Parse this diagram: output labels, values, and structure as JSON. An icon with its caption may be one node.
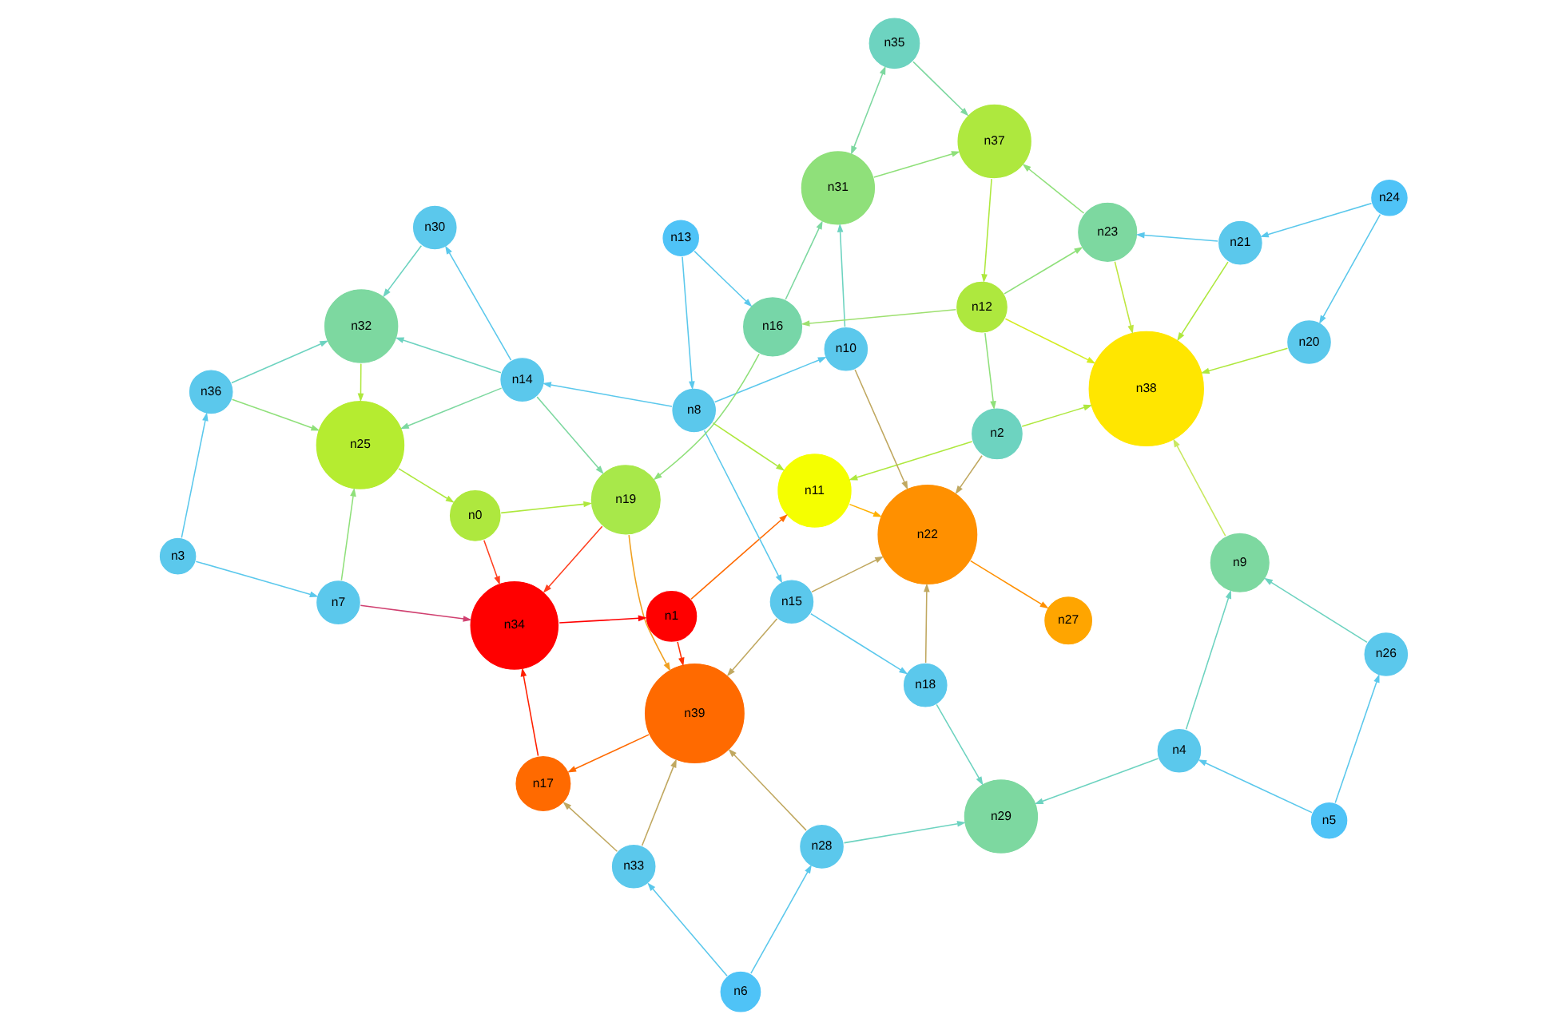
{
  "diagram": {
    "nodes": [
      {
        "text": [
          "n0"
        ]
      },
      {
        "text": [
          "n1"
        ]
      },
      {
        "text": [
          "n2"
        ]
      },
      {
        "text": [
          "n3"
        ]
      },
      {
        "text": [
          "n4"
        ]
      },
      {
        "text": [
          "n5"
        ]
      },
      {
        "text": [
          "n6"
        ]
      },
      {
        "text": [
          "n7"
        ]
      },
      {
        "text": [
          "n8"
        ]
      },
      {
        "text": [
          "n9"
        ]
      },
      {
        "text": [
          "n10"
        ]
      },
      {
        "text": [
          "n11"
        ]
      },
      {
        "text": [
          "n12"
        ]
      },
      {
        "text": [
          "n13"
        ]
      },
      {
        "text": [
          "n14"
        ]
      },
      {
        "text": [
          "n15"
        ]
      },
      {
        "text": [
          "n16"
        ]
      },
      {
        "text": [
          "n17"
        ]
      },
      {
        "text": [
          "n18"
        ]
      },
      {
        "text": [
          "n19"
        ]
      },
      {
        "text": [
          "n20"
        ]
      },
      {
        "text": [
          "n21"
        ]
      },
      {
        "text": [
          "n22"
        ]
      },
      {
        "text": [
          "n23"
        ]
      },
      {
        "text": [
          "n24"
        ]
      },
      {
        "text": [
          "n25"
        ]
      },
      {
        "text": [
          "n26"
        ]
      },
      {
        "text": [
          "n27"
        ]
      },
      {
        "text": [
          "n28"
        ]
      },
      {
        "text": [
          "n29"
        ]
      },
      {
        "text": [
          "n30"
        ]
      },
      {
        "text": [
          "n31"
        ]
      },
      {
        "text": [
          "n32"
        ]
      },
      {
        "text": [
          "n33"
        ]
      },
      {
        "text": [
          "n34"
        ]
      },
      {
        "text": [
          "n35"
        ]
      },
      {
        "text": [
          "n36"
        ]
      },
      {
        "text": [
          "n37"
        ]
      },
      {
        "text": [
          "n38"
        ]
      },
      {
        "text": [
          "n39"
        ]
      }
    ],
    "edges": [
      {
        "from": 35,
        "to": 37,
        "arrow": "to",
        "color": "#7dd8a0"
      },
      {
        "from": 35,
        "to": 31,
        "arrow": "both",
        "color": "#7dd8a0"
      },
      {
        "from": 31,
        "to": 37,
        "arrow": "to",
        "color": "#8fe07a"
      },
      {
        "from": 37,
        "to": 12,
        "arrow": "to",
        "color": "#aee83e"
      },
      {
        "from": 23,
        "to": 37,
        "arrow": "to",
        "color": "#8fe07a"
      },
      {
        "from": 12,
        "to": 23,
        "arrow": "to",
        "color": "#8fe07a"
      },
      {
        "from": 12,
        "to": 16,
        "arrow": "to",
        "color": "#9ee070"
      },
      {
        "from": 12,
        "to": 38,
        "arrow": "to",
        "color": "#d4ec20"
      },
      {
        "from": 12,
        "to": 2,
        "arrow": "to",
        "color": "#8fe07a"
      },
      {
        "from": 16,
        "to": 31,
        "arrow": "to",
        "color": "#7dd8a0"
      },
      {
        "from": 10,
        "to": 31,
        "arrow": "to",
        "color": "#6dd3c0"
      },
      {
        "from": 21,
        "to": 23,
        "arrow": "to",
        "color": "#5bc8ec"
      },
      {
        "from": 24,
        "to": 21,
        "arrow": "to",
        "color": "#5bc8ec"
      },
      {
        "from": 24,
        "to": 20,
        "arrow": "to",
        "color": "#5bc8ec"
      },
      {
        "from": 21,
        "to": 38,
        "arrow": "to",
        "color": "#aee83e"
      },
      {
        "from": 23,
        "to": 38,
        "arrow": "to",
        "color": "#bfe640"
      },
      {
        "from": 20,
        "to": 38,
        "arrow": "to",
        "color": "#aee83e"
      },
      {
        "from": 2,
        "to": 38,
        "arrow": "to",
        "color": "#aee83e"
      },
      {
        "from": 2,
        "to": 11,
        "arrow": "to",
        "color": "#aee83e"
      },
      {
        "from": 2,
        "to": 22,
        "arrow": "to",
        "color": "#c0a860"
      },
      {
        "from": 10,
        "to": 22,
        "arrow": "to",
        "color": "#c0a860"
      },
      {
        "from": 13,
        "to": 16,
        "arrow": "to",
        "color": "#5bc8ec"
      },
      {
        "from": 13,
        "to": 8,
        "arrow": "to",
        "color": "#5bc8ec"
      },
      {
        "from": 8,
        "to": 10,
        "arrow": "to",
        "color": "#5bc8ec"
      },
      {
        "from": 8,
        "to": 14,
        "arrow": "to",
        "color": "#5bc8ec"
      },
      {
        "from": 8,
        "to": 11,
        "arrow": "to",
        "color": "#aee83e"
      },
      {
        "from": 8,
        "to": 15,
        "arrow": "to",
        "color": "#5bc8ec"
      },
      {
        "from": 16,
        "to": 19,
        "arrow": "to",
        "color": "#8fe07a"
      },
      {
        "from": 14,
        "to": 30,
        "arrow": "to",
        "color": "#5bc8ec"
      },
      {
        "from": 14,
        "to": 32,
        "arrow": "to",
        "color": "#6dd3c0"
      },
      {
        "from": 30,
        "to": 32,
        "arrow": "to",
        "color": "#6dd3c0"
      },
      {
        "from": 14,
        "to": 25,
        "arrow": "to",
        "color": "#7dd8a0"
      },
      {
        "from": 14,
        "to": 19,
        "arrow": "to",
        "color": "#7dd8a0"
      },
      {
        "from": 32,
        "to": 25,
        "arrow": "to",
        "color": "#aee83e"
      },
      {
        "from": 36,
        "to": 32,
        "arrow": "to",
        "color": "#6dd3c0"
      },
      {
        "from": 36,
        "to": 25,
        "arrow": "to",
        "color": "#8fe07a"
      },
      {
        "from": 3,
        "to": 36,
        "arrow": "to",
        "color": "#5bc8ec"
      },
      {
        "from": 3,
        "to": 7,
        "arrow": "to",
        "color": "#5bc8ec"
      },
      {
        "from": 7,
        "to": 25,
        "arrow": "to",
        "color": "#8fe07a"
      },
      {
        "from": 7,
        "to": 34,
        "arrow": "to",
        "color": "#d04070"
      },
      {
        "from": 25,
        "to": 0,
        "arrow": "to",
        "color": "#aee83e"
      },
      {
        "from": 0,
        "to": 19,
        "arrow": "to",
        "color": "#aee83e"
      },
      {
        "from": 0,
        "to": 34,
        "arrow": "to",
        "color": "#ff4020"
      },
      {
        "from": 19,
        "to": 34,
        "arrow": "to",
        "color": "#ff4020"
      },
      {
        "from": 19,
        "to": 39,
        "arrow": "to",
        "color": "#f0a020"
      },
      {
        "from": 34,
        "to": 1,
        "arrow": "to",
        "color": "#ff0000"
      },
      {
        "from": 1,
        "to": 11,
        "arrow": "to",
        "color": "#ff6a00"
      },
      {
        "from": 1,
        "to": 39,
        "arrow": "to",
        "color": "#ff3000"
      },
      {
        "from": 11,
        "to": 22,
        "arrow": "to",
        "color": "#ffb000"
      },
      {
        "from": 15,
        "to": 22,
        "arrow": "to",
        "color": "#c0a860"
      },
      {
        "from": 15,
        "to": 39,
        "arrow": "to",
        "color": "#c0a860"
      },
      {
        "from": 15,
        "to": 18,
        "arrow": "to",
        "color": "#5bc8ec"
      },
      {
        "from": 18,
        "to": 22,
        "arrow": "to",
        "color": "#c0a860"
      },
      {
        "from": 18,
        "to": 29,
        "arrow": "to",
        "color": "#6dd3c0"
      },
      {
        "from": 22,
        "to": 27,
        "arrow": "to",
        "color": "#ff9000"
      },
      {
        "from": 9,
        "to": 38,
        "arrow": "to",
        "color": "#c8e860"
      },
      {
        "from": 26,
        "to": 9,
        "arrow": "to",
        "color": "#6dd3c0"
      },
      {
        "from": 4,
        "to": 9,
        "arrow": "to",
        "color": "#6dd3c0"
      },
      {
        "from": 5,
        "to": 26,
        "arrow": "to",
        "color": "#5bc8ec"
      },
      {
        "from": 5,
        "to": 4,
        "arrow": "to",
        "color": "#5bc8ec"
      },
      {
        "from": 4,
        "to": 29,
        "arrow": "to",
        "color": "#6dd3c0"
      },
      {
        "from": 28,
        "to": 29,
        "arrow": "to",
        "color": "#6dd3c0"
      },
      {
        "from": 28,
        "to": 39,
        "arrow": "to",
        "color": "#c0a860"
      },
      {
        "from": 6,
        "to": 28,
        "arrow": "to",
        "color": "#5bc8ec"
      },
      {
        "from": 6,
        "to": 33,
        "arrow": "to",
        "color": "#5bc8ec"
      },
      {
        "from": 33,
        "to": 39,
        "arrow": "to",
        "color": "#c0a860"
      },
      {
        "from": 33,
        "to": 17,
        "arrow": "to",
        "color": "#c0a860"
      },
      {
        "from": 39,
        "to": 17,
        "arrow": "to",
        "color": "#ff6a00"
      },
      {
        "from": 17,
        "to": 34,
        "arrow": "to",
        "color": "#ff2000"
      }
    ]
  }
}
